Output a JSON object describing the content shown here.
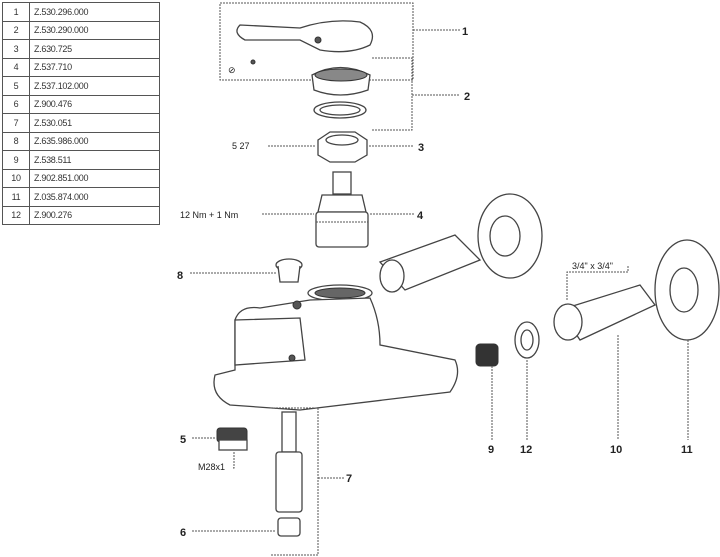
{
  "parts_table": [
    {
      "pos": "1",
      "part_no": "Z.530.296.000"
    },
    {
      "pos": "2",
      "part_no": "Z.530.290.000"
    },
    {
      "pos": "3",
      "part_no": "Z.630.725"
    },
    {
      "pos": "4",
      "part_no": "Z.537.710"
    },
    {
      "pos": "5",
      "part_no": "Z.537.102.000"
    },
    {
      "pos": "6",
      "part_no": "Z.900.476"
    },
    {
      "pos": "7",
      "part_no": "Z.530.051"
    },
    {
      "pos": "8",
      "part_no": "Z.635.986.000"
    },
    {
      "pos": "9",
      "part_no": "Z.538.511"
    },
    {
      "pos": "10",
      "part_no": "Z.902.851.000"
    },
    {
      "pos": "11",
      "part_no": "Z.035.874.000"
    },
    {
      "pos": "12",
      "part_no": "Z.900.276"
    }
  ],
  "callouts": {
    "c1": "1",
    "c2": "2",
    "c3": "3",
    "c4": "4",
    "c5": "5",
    "c6": "6",
    "c7": "7",
    "c8": "8",
    "c9": "9",
    "c10": "10",
    "c11": "11",
    "c12": "12"
  },
  "annotations": {
    "wrench_size": "5 27",
    "torque": "12 Nm + 1 Nm",
    "thread": "M28x1",
    "connection": "3/4\" x 3/4\""
  }
}
